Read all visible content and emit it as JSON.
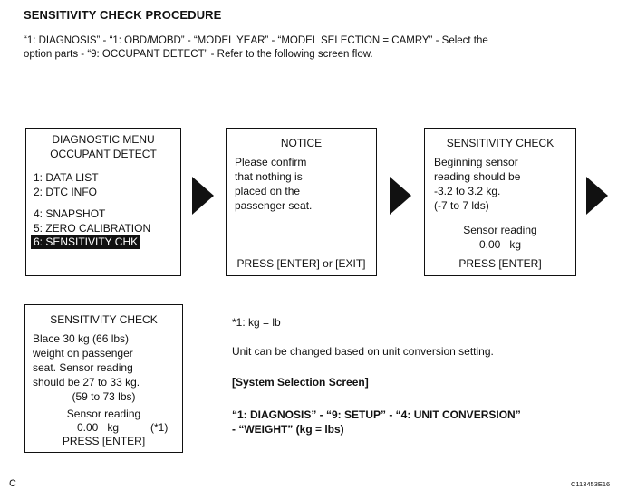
{
  "title": "SENSITIVITY CHECK PROCEDURE",
  "intro": {
    "line1": "“1: DIAGNOSIS” - “1: OBD/MOBD” - “MODEL YEAR” - “MODEL SELECTION = CAMRY” - Select the",
    "line2": "option parts - “9: OCCUPANT DETECT” - Refer to the following screen flow."
  },
  "screen1": {
    "title1": "DIAGNOSTIC MENU",
    "title2": "OCCUPANT DETECT",
    "item1": "1: DATA LIST",
    "item2": "2: DTC INFO",
    "item4": "4: SNAPSHOT",
    "item5": "5: ZERO CALIBRATION",
    "item6": "6: SENSITIVITY CHK"
  },
  "screen2": {
    "title": "NOTICE",
    "line1": "Please confirm",
    "line2": "that nothing is",
    "line3": "placed on the",
    "line4": "passenger seat.",
    "footer": "PRESS [ENTER] or [EXIT]"
  },
  "screen3": {
    "title": "SENSITIVITY CHECK",
    "line1": "Beginning sensor",
    "line2": "reading should be",
    "line3": "-3.2 to 3.2 kg.",
    "line4": "(-7 to 7 lds)",
    "reading_label": "Sensor reading",
    "reading_value": "0.00   kg",
    "footer": "PRESS [ENTER]"
  },
  "screen4": {
    "title": "SENSITIVITY CHECK",
    "line1": "Blace 30 kg (66 lbs)",
    "line2": "weight on passenger",
    "line3": "seat. Sensor reading",
    "line4": "should be 27 to 33 kg.",
    "line5": "(59 to 73 lbs)",
    "reading_label": "Sensor reading",
    "reading_value": "0.00   kg",
    "reading_note": "(*1)",
    "footer": "PRESS [ENTER]"
  },
  "notes": {
    "note1": "*1: kg = lb",
    "note2": "Unit can be changed based on unit conversion setting.",
    "heading": "[System Selection Screen]",
    "path1": "“1: DIAGNOSIS” - “9: SETUP” - “4: UNIT CONVERSION”",
    "path2": "- “WEIGHT” (kg = lbs)"
  },
  "footer": {
    "left": "C",
    "right": "C113453E16"
  },
  "colors": {
    "ink": "#111111",
    "paper": "#ffffff"
  }
}
